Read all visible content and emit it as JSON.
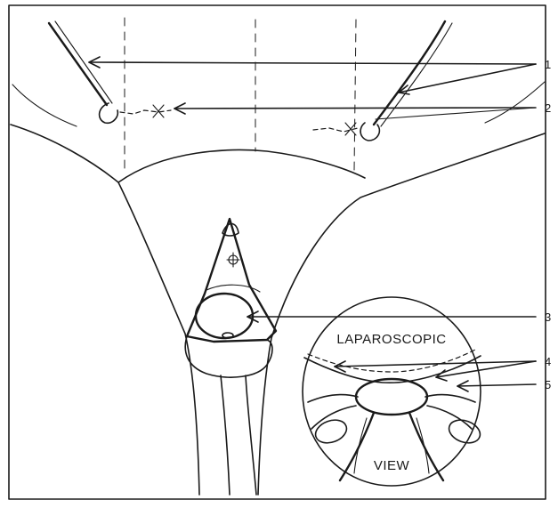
{
  "callouts": [
    "1",
    "2",
    "3",
    "4",
    "5"
  ],
  "inset": {
    "label_top": "LAPAROSCOPIC",
    "label_bottom": "VIEW"
  },
  "colors": {
    "ink": "#1a1a1a",
    "paper": "#ffffff"
  }
}
